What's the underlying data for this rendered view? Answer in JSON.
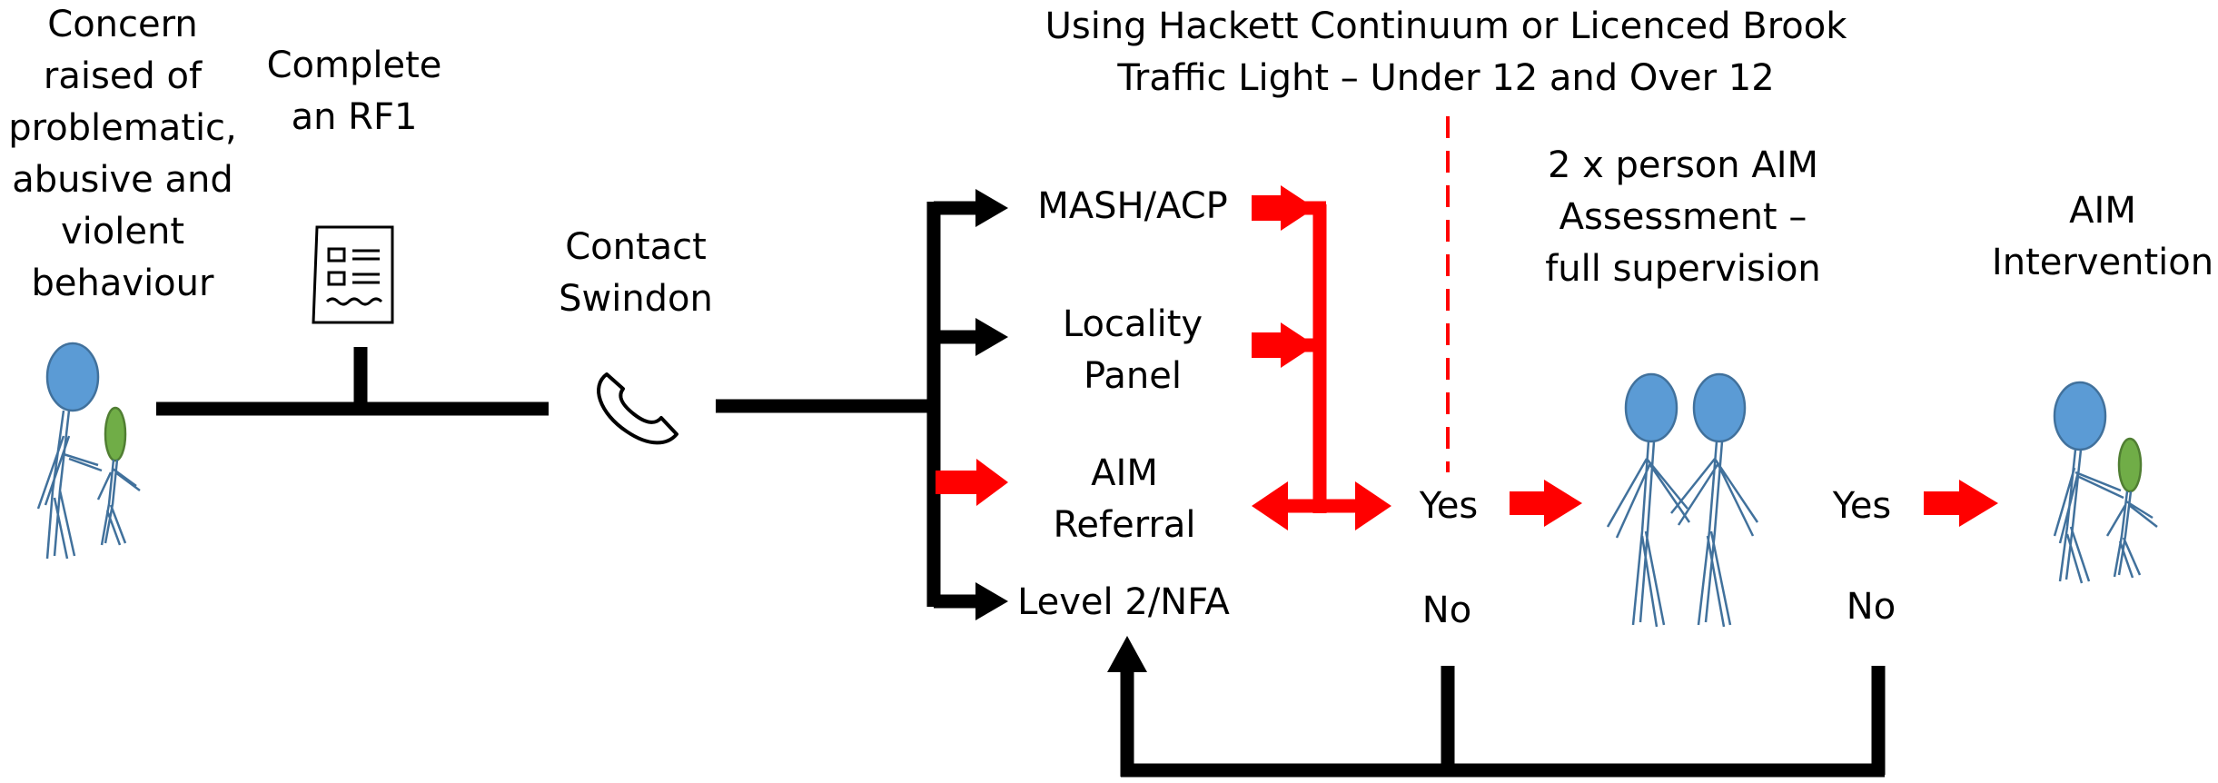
{
  "labels": {
    "concern_l1": "Concern",
    "concern_l2": "raised of",
    "concern_l3": "problematic,",
    "concern_l4": "abusive and",
    "concern_l5": "violent",
    "concern_l6": "behaviour",
    "complete_l1": "Complete",
    "complete_l2": "an RF1",
    "contact_l1": "Contact",
    "contact_l2": "Swindon",
    "tool_l1": "Using Hackett Continuum or Licenced Brook",
    "tool_l2": "Traffic Light – Under 12 and Over 12",
    "mash": "MASH/ACP",
    "locality_l1": "Locality",
    "locality_l2": "Panel",
    "aim_ref_l1": "AIM",
    "aim_ref_l2": "Referral",
    "level2": "Level 2/NFA",
    "assess_l1": "2 x person AIM",
    "assess_l2": "Assessment –",
    "assess_l3": "full supervision",
    "yes1": "Yes",
    "no1": "No",
    "yes2": "Yes",
    "no2": "No",
    "intervention_l1": "AIM",
    "intervention_l2": "Intervention"
  },
  "icons": {
    "document": "document-list-icon",
    "phone": "phone-icon"
  },
  "colors": {
    "flow_line": "#000000",
    "highlight_arrow": "#ff0000",
    "figure_head_blue": "#5b9bd5",
    "figure_head_green": "#70ad47",
    "figure_outline": "#41719c"
  }
}
